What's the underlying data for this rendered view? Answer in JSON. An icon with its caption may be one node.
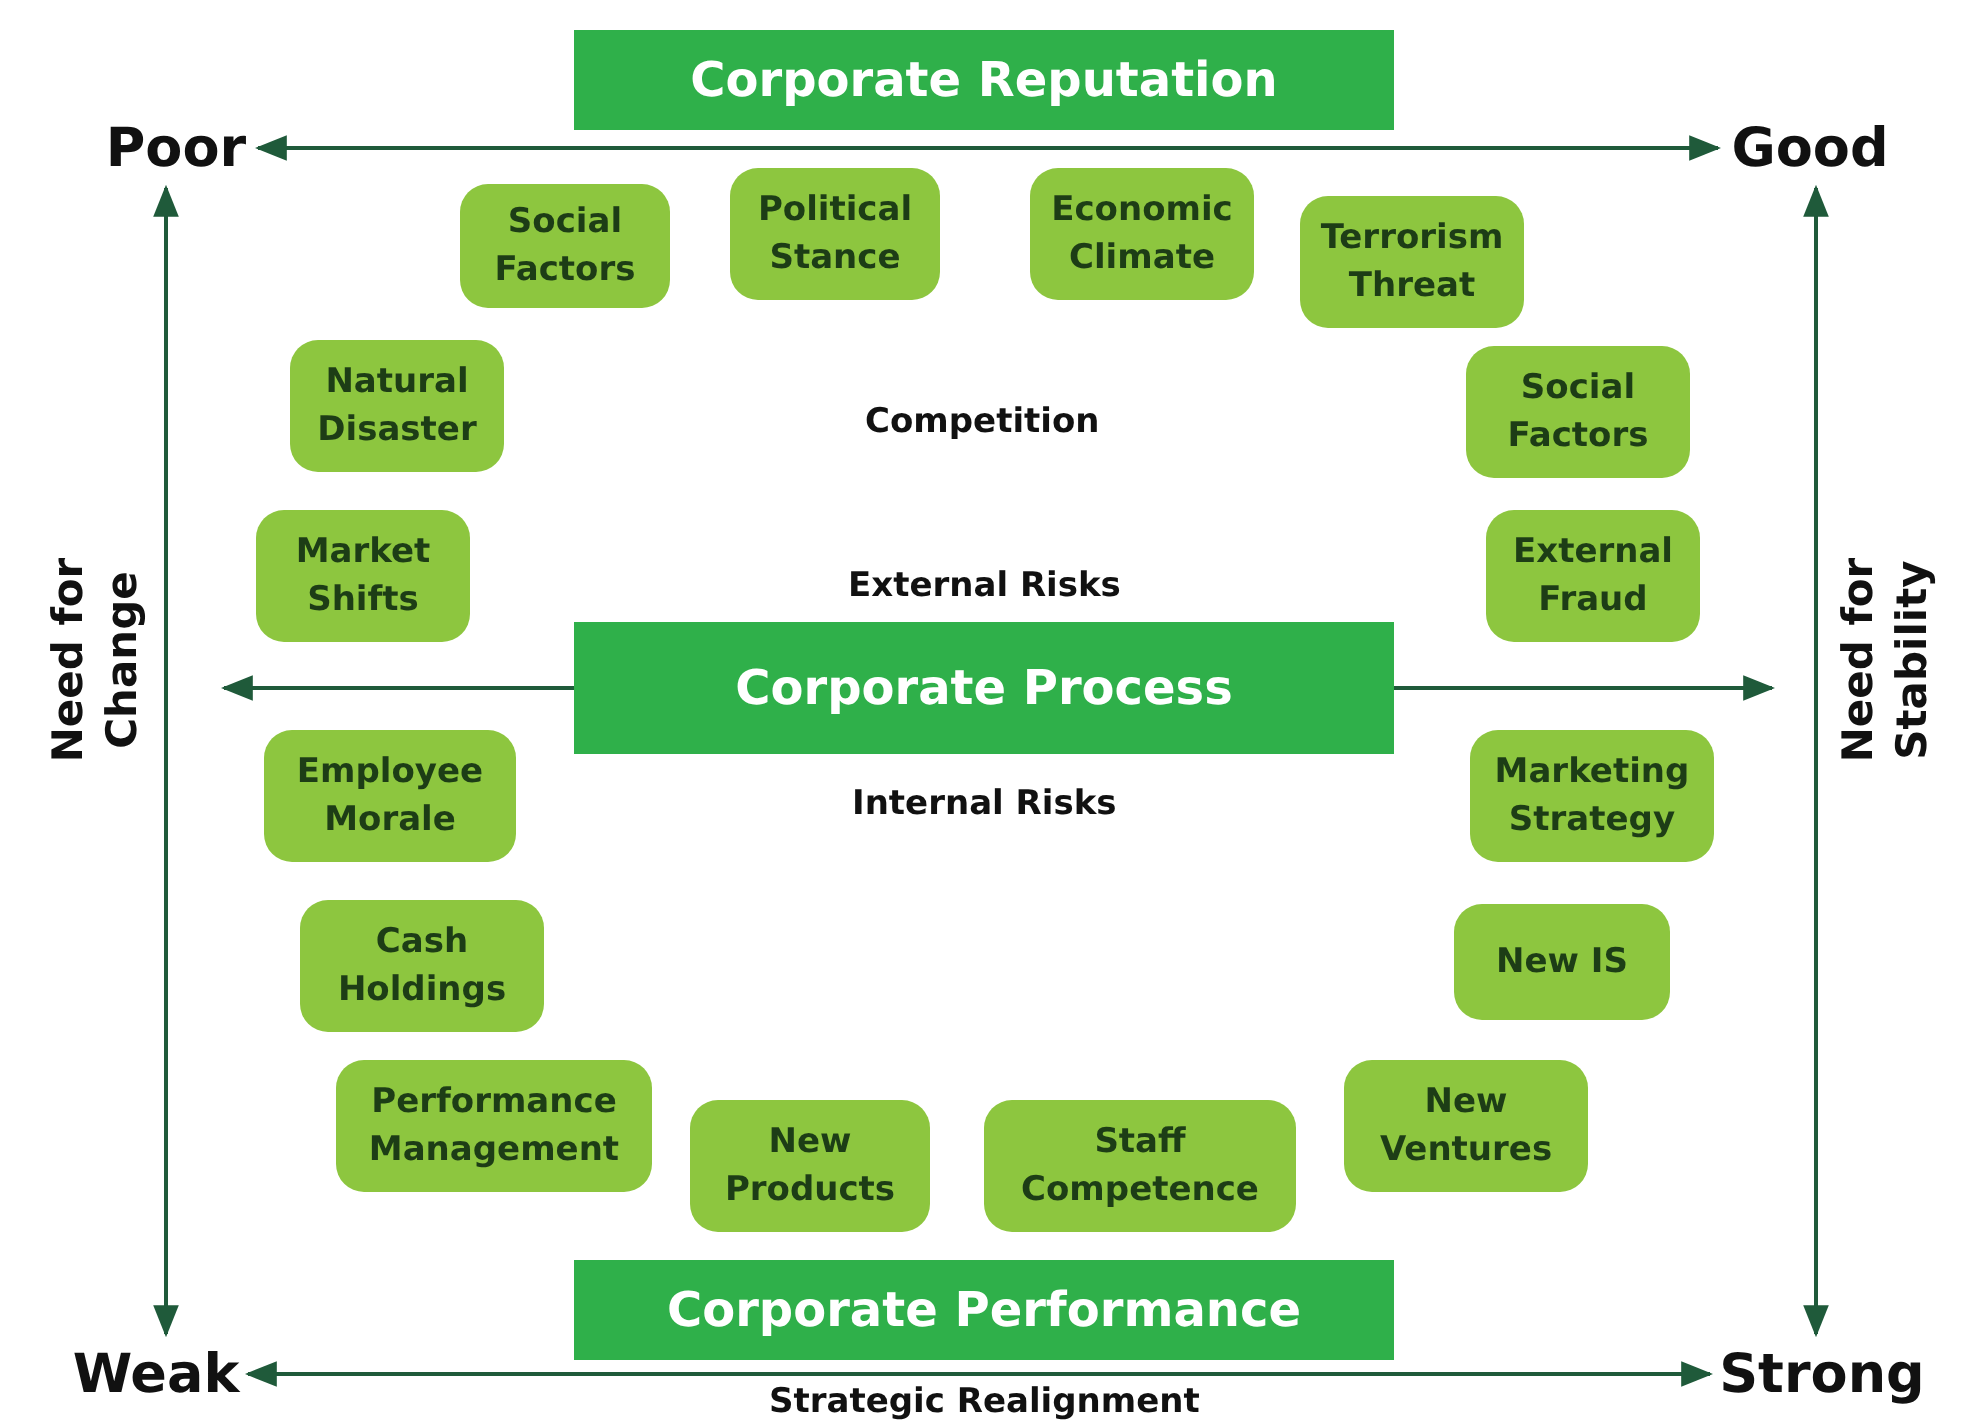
{
  "diagram": {
    "nodes": [
      {
        "text": [
          "Corporate Reputation"
        ]
      },
      {
        "text": [
          "Poor"
        ]
      },
      {
        "text": [
          "Good"
        ]
      },
      {
        "text": [
          "Social Factors"
        ]
      },
      {
        "text": [
          "Political Stance"
        ]
      },
      {
        "text": [
          "Economic Climate"
        ]
      },
      {
        "text": [
          "Terrorism Threat"
        ]
      },
      {
        "text": [
          "Natural Disaster"
        ]
      },
      {
        "text": [
          "Social Factors"
        ]
      },
      {
        "text": [
          "Market Shifts"
        ]
      },
      {
        "text": [
          "External Fraud"
        ]
      },
      {
        "text": [
          "Corporate Process"
        ]
      },
      {
        "text": [
          "Employee Morale"
        ]
      },
      {
        "text": [
          "Marketing Strategy"
        ]
      },
      {
        "text": [
          "Cash Holdings"
        ]
      },
      {
        "text": [
          "New IS"
        ]
      },
      {
        "text": [
          "Performance Management"
        ]
      },
      {
        "text": [
          "New Products"
        ]
      },
      {
        "text": [
          "Staff Competence"
        ]
      },
      {
        "text": [
          "New Ventures"
        ]
      },
      {
        "text": [
          "Corporate Performance"
        ]
      },
      {
        "text": [
          "Weak"
        ]
      },
      {
        "text": [
          "Strong"
        ]
      }
    ],
    "edges": [
      {
        "from": 1,
        "to": 2,
        "arrow": "both"
      },
      {
        "from": 1,
        "to": 21,
        "arrow": "both"
      },
      {
        "from": 2,
        "to": 22,
        "arrow": "both"
      },
      {
        "from": 21,
        "to": 22,
        "arrow": "both"
      },
      {
        "from": 11,
        "to": null,
        "arrow": "to"
      },
      {
        "from": 11,
        "to": null,
        "arrow": "to"
      }
    ],
    "labels": [
      "Need for Change",
      "Competition",
      "External Risks",
      "Internal Risks",
      "Need for Stability",
      "Strategic Realignment"
    ]
  }
}
